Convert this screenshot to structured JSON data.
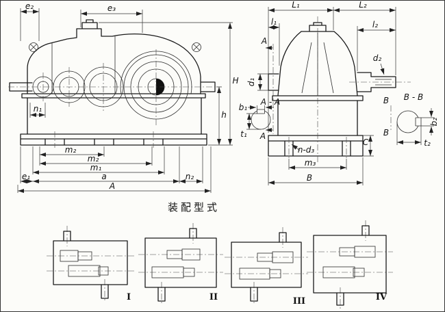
{
  "caption": "装配型式",
  "front": {
    "e2": "e₂",
    "e3": "e₃",
    "H": "H",
    "h": "h",
    "n1": "n₁",
    "m2a": "m₂",
    "m2b": "m₂",
    "m1": "m₁",
    "a": "a",
    "e1": "e₁",
    "n2": "n₂",
    "A": "A"
  },
  "side": {
    "L1": "L₁",
    "L2": "L₂",
    "l1": "l₁",
    "l2": "l₂",
    "d1": "d₁",
    "d2": "d₂",
    "b1": "b₁",
    "t1": "t₁",
    "b2": "b₂",
    "t2": "t₂",
    "B": "B",
    "C": "C",
    "m3": "m₃",
    "nd3": "n-d₃",
    "secA": "A - A",
    "secB": "B - B",
    "markA_top": "A",
    "markA_bottom": "A",
    "markB_top": "B",
    "markB_bottom": "B"
  },
  "variants": [
    {
      "label": "I"
    },
    {
      "label": "II"
    },
    {
      "label": "III"
    },
    {
      "label": "IV"
    }
  ]
}
